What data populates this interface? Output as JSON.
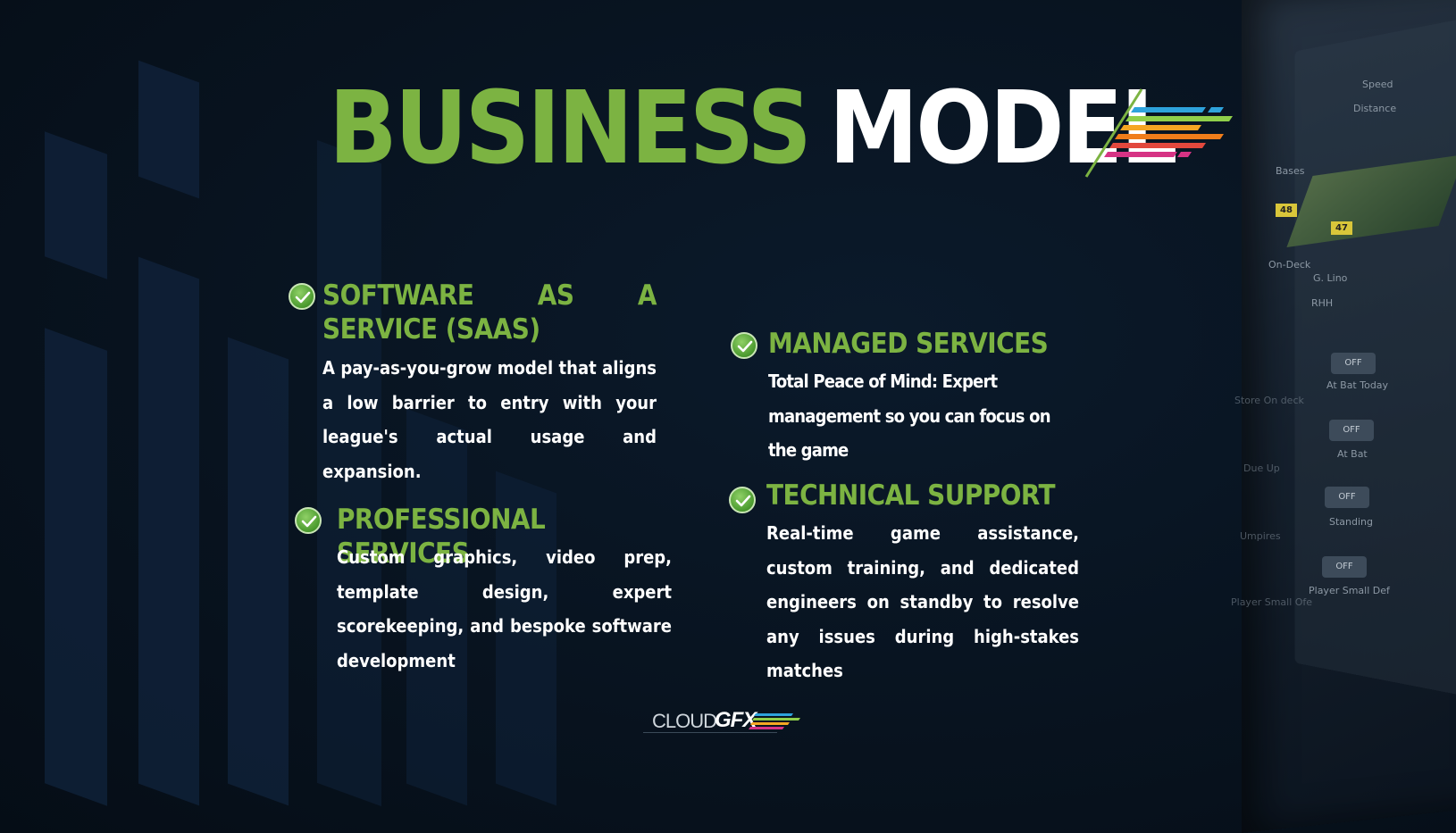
{
  "title": {
    "word1": "BUSINESS",
    "word2": "MODEL"
  },
  "colors": {
    "accent_green": "#7cb342",
    "background": "#08131f",
    "text": "#ffffff"
  },
  "sections": {
    "saas": {
      "title": "SOFTWARE AS A SERVICE (SAAS)",
      "body": "A pay-as-you-grow model that aligns a low barrier to entry with your league's actual usage and expansion.",
      "icon": "check-circle-icon"
    },
    "managed": {
      "title": "MANAGED SERVICES",
      "body": "Total Peace of Mind: Expert management so you can focus on the game",
      "icon": "check-circle-icon"
    },
    "professional": {
      "title": "PROFESSIONAL SERVICES",
      "body": "Custom graphics, video prep, template design, expert scorekeeping, and bespoke software development",
      "icon": "check-circle-icon"
    },
    "technical": {
      "title": "TECHNICAL SUPPORT",
      "body": "Real-time game assistance, custom training, and dedicated engineers on standby to resolve any issues during high-stakes matches",
      "icon": "check-circle-icon"
    }
  },
  "logo": {
    "part1": "CLOUD",
    "part2": "GFX"
  },
  "screen": {
    "labels": [
      "Speed",
      "Distance",
      "Bases",
      "On-Deck",
      "G. Lino",
      "RHH",
      "At Bat Today",
      "At Bat",
      "Standing",
      "Player Small Def",
      "Store On deck",
      "Due Up",
      "Umpires",
      "Player Small Ofe"
    ],
    "numbers": [
      "48",
      "47"
    ],
    "toggle_label": "OFF"
  }
}
